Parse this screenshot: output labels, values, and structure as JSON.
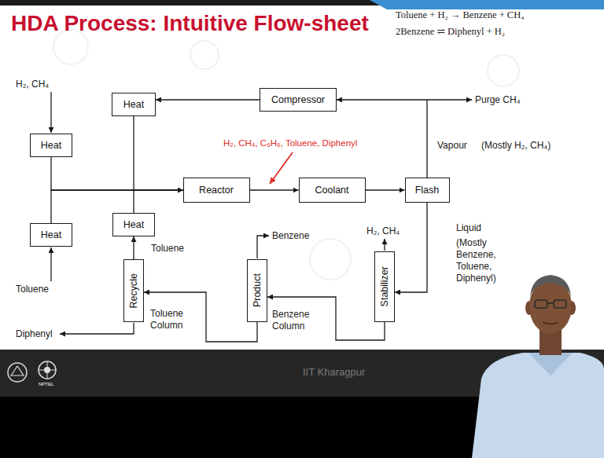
{
  "diagram": {
    "title": "HDA Process: Intuitive Flow-sheet",
    "nodes": [
      {
        "text": [
          "Compressor"
        ]
      },
      {
        "text": [
          "Heat"
        ]
      },
      {
        "text": [
          "Heat"
        ]
      },
      {
        "text": [
          "Reactor"
        ]
      },
      {
        "text": [
          "Coolant"
        ]
      },
      {
        "text": [
          "Flash"
        ]
      },
      {
        "text": [
          "Heat"
        ]
      },
      {
        "text": [
          "Heat"
        ]
      },
      {
        "text": [
          "Stabilizer"
        ]
      },
      {
        "text": [
          "Recycle"
        ]
      },
      {
        "text": [
          "Product"
        ]
      }
    ],
    "edges": [
      {
        "from": 0,
        "to": 1,
        "arrow": "to"
      },
      {
        "from": 5,
        "to": 0,
        "arrow": "to"
      },
      {
        "from": 1,
        "to": 3,
        "arrow": "to"
      },
      {
        "from": 2,
        "to": 3,
        "arrow": "to"
      },
      {
        "from": 7,
        "to": 3,
        "arrow": "to"
      },
      {
        "from": 6,
        "to": 3,
        "arrow": "to"
      },
      {
        "from": 3,
        "to": 4,
        "arrow": "to"
      },
      {
        "from": 4,
        "to": 5,
        "arrow": "to"
      },
      {
        "from": 5,
        "to": 8,
        "arrow": "to"
      },
      {
        "from": 8,
        "to": 10,
        "arrow": "to"
      },
      {
        "from": 10,
        "to": 9,
        "arrow": "to"
      },
      {
        "from": 9,
        "to": 6,
        "arrow": "to"
      }
    ],
    "labels": [
      "Toluene + H₂ → Benzene + CH₄",
      "2Benzene ⇌ Diphenyl + H₂",
      "H₂, CH₄",
      "H₂, CH₄, C₆H₆, Toluene, Diphenyl",
      "Purge CH₄",
      "Vapour",
      "(Mostly H₂, CH₄)",
      "Toluene",
      "Toluene",
      "Toluene Column",
      "Diphenyl",
      "Benzene",
      "Benzene Column",
      "H₂, CH₄",
      "Liquid",
      "(Mostly Benzene, Toluene, Diphenyl)",
      "IIT Kharagpur",
      "NPTEL"
    ]
  }
}
